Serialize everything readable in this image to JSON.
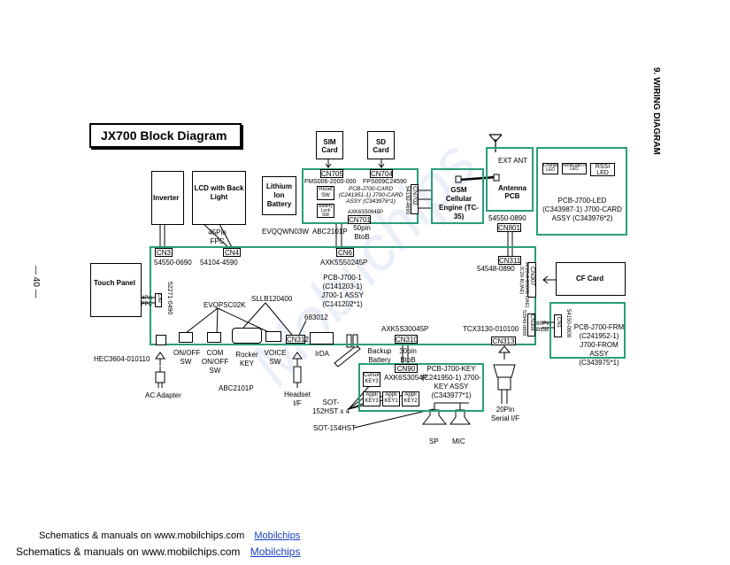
{
  "page": {
    "section_title": "9. WIRING DIAGRAM",
    "page_number": "— 40 —",
    "diagram_title": "JX700 Block Diagram",
    "watermark": "Mobilchips",
    "footer": [
      {
        "text": "Schematics & manuals on www.mobilchips.com",
        "link": "Mobilchips"
      },
      {
        "text": "Schematics & manuals on www.mobilchips.com",
        "link": "Mobilchips"
      }
    ]
  },
  "blocks": {
    "sim": "SIM Card",
    "sd": "SD Card",
    "inverter": "Inverter",
    "lcd": "LCD with Back Light",
    "battery": "Lithium Ion Battery",
    "gsm": "GSM Cellular Engine (TC-35)",
    "ext_ant": "EXT ANT",
    "antenna_pcb": "Antenna PCB",
    "charge_led": "Charge LED",
    "notification_led": "Notificatio n LED",
    "rssi_led": "RSSI LED",
    "led_pcb": "PCB-J700-LED (C343987-1) J700-CARD ASSY (C343976*2)",
    "touch_panel": "Touch Panel",
    "cf_card": "CF Card",
    "frm_pcb": "PCB-J700-FRM (C241952-1) J700-FROM ASSY (C343975*1)",
    "main_pcb": "PCB-J700-1 (C141203-1) J700-1 ASSY (C141202*1)",
    "card_pcb": "PCB-J700-CARD (C241951-1) J700-CARD ASSY (C343976*1)",
    "key_pcb": "PCB-J700-KEY (C241950-1) J700-KEY ASSY (C343977*1)",
    "reset_sw": "Reset SW",
    "battery_lock_sw": "Battery Lock SW",
    "cursor_key": "Cursor KEY3",
    "appli_key3": "Appli KEY3",
    "appli_key1": "Appli KEY1",
    "appli_key2": "Appli KEY2",
    "sp": "SP",
    "mic": "MIC",
    "ac_adapter": "AC Adapter",
    "headset": "Headset I/F",
    "serial": "20Pin Serial I/F"
  },
  "connectors": {
    "cn705": "CN705",
    "cn704": "CN704",
    "cn702": "CN702",
    "cn701": "CN701",
    "cn3": "CN3",
    "cn4": "CN4",
    "cn6": "CN6",
    "cn801": "CN801",
    "cn311": "CN311",
    "cn307": "CN307",
    "cn2": "CN2",
    "cn1": "CN1",
    "cn308": "CN308",
    "cn312": "CN312",
    "cn310": "CN310",
    "cn313": "CN313",
    "cn90": "CN90"
  },
  "labels": {
    "fms006": "FMS006-2000-000",
    "fps009": "FPS009C24590",
    "axk6s": "AXK6S50645P",
    "p54132": "54132-4690",
    "evqqwn": "EVQQWN03W",
    "abc2101p_a": "ABC2101P",
    "pin50": "50pin BtoB",
    "p54550_0890": "54550-0890",
    "pin45": "45Pin FPC",
    "p54550_0690": "54550-0690",
    "p54104": "54104-4590",
    "axk5s50245p": "AXK5S50245P",
    "p54548": "54548-0890",
    "jc20": "JC20-A-E0000 (JAE)",
    "jc20b": "JC20-B(JAE)",
    "tp_fpc": "4Pin FPC",
    "p52271": "52271-0490",
    "evqpsc": "EVQPSC02K",
    "sllb": "SLLB120400",
    "p683012": "683012",
    "axk5s30045p": "AXK5S30045P",
    "tcx3130": "TCX3130-010100",
    "p53949": "53949-0808",
    "p54150": "54150-0808",
    "pin80": "80Pin BtoB",
    "hec3604": "HEC3604-010110",
    "onoff": "ON/OFF SW",
    "com_onoff": "COM ON/OFF SW",
    "rocker": "Rocker KEY",
    "voice": "VOICE SW",
    "irda": "IrDA",
    "backup": "Backup Battery",
    "pin30": "30pin BtoB",
    "axk6s3054p": "AXK6S3054P",
    "abc2101p_b": "ABC2101P",
    "sot152": "SOT-152HST x 4",
    "sot154": "SOT-154HST"
  }
}
